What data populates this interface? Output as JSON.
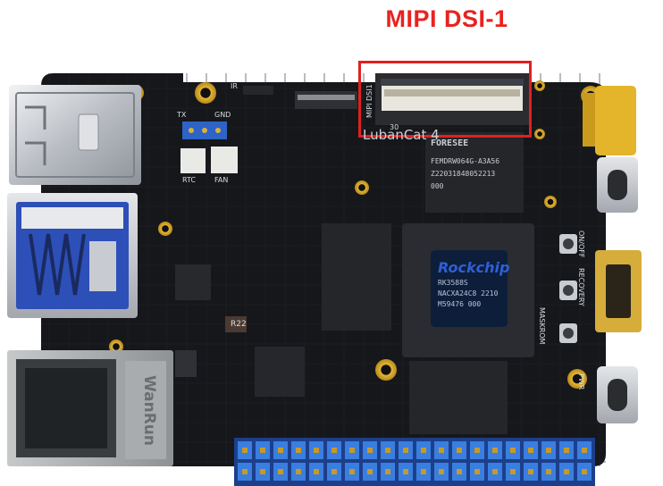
{
  "callout": {
    "title": "MIPI DSI-1",
    "color": "#e8231f"
  },
  "board": {
    "brand": "LubanCat 4",
    "connector_label": "MIPI DSI1",
    "connector_num": "30",
    "header_labels": {
      "tx": "TX",
      "gnd": "GND",
      "ir": "IR",
      "rtc": "RTC",
      "fan": "FAN"
    },
    "side_buttons": [
      "ON/OFF",
      "RECOVERY",
      "MASKROM"
    ],
    "pwr_label": "PWR",
    "flash_chip": {
      "brand": "FORESEE",
      "lines": [
        "FEMDRW064G-A3A56",
        "Z22031848052213",
        "000"
      ]
    },
    "soc": {
      "brand": "Rockchip",
      "lines": [
        "RK3588S",
        "NACXA24C8 2210",
        "M59476 000"
      ]
    },
    "ethernet_brand": "WanRun",
    "resistor_label": "R22",
    "colors": {
      "pcb": "#15171b",
      "gold": "#d6a72a",
      "header_pins": "#2e6fd0",
      "audio": "#e7b82a"
    }
  }
}
